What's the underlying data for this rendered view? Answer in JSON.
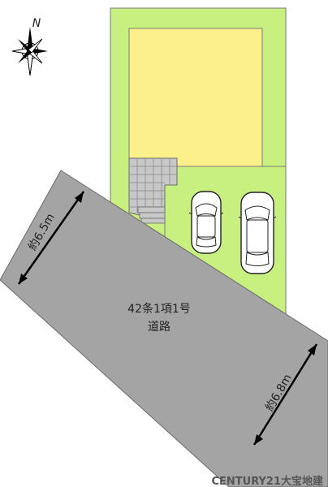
{
  "compass": {
    "north_label": "N"
  },
  "road": {
    "label_line1": "42条1項1号",
    "label_line2": "道路"
  },
  "dimensions": {
    "left_width": "約6.5m",
    "right_width": "約6.8m"
  },
  "watermark": "CENTURY21大宝地建",
  "colors": {
    "lot": "#c8f080",
    "building": "#fbf08c",
    "road": "#a4a4a4",
    "stairs": "#c8c8c8",
    "outline": "#7a7a7a"
  }
}
